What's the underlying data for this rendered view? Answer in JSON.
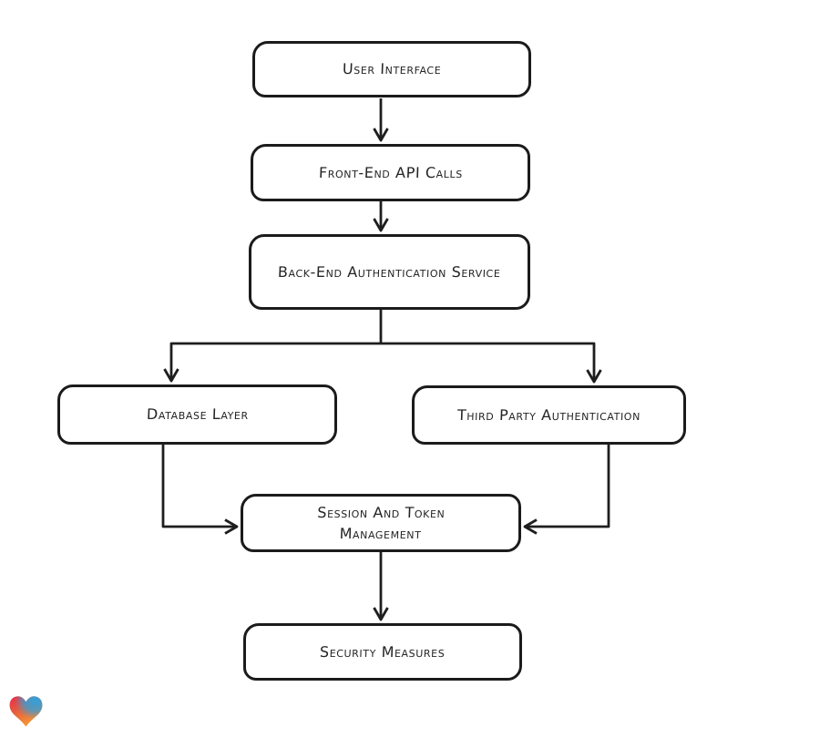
{
  "diagram": {
    "type": "flowchart",
    "style": "hand-drawn",
    "background": "#ffffff",
    "stroke_color": "#1e1e1e",
    "node_fill": "#ffffff",
    "nodes": [
      {
        "id": "user-interface",
        "label": "User Interface"
      },
      {
        "id": "front-end-api-calls",
        "label": "Front-End API Calls"
      },
      {
        "id": "back-end-authentication-service",
        "label": "Back-End Authentication Service"
      },
      {
        "id": "database-layer",
        "label": "Database Layer"
      },
      {
        "id": "third-party-authentication",
        "label": "Third Party Authentication"
      },
      {
        "id": "session-and-token-management",
        "label": "Session And Token Management"
      },
      {
        "id": "security-measures",
        "label": "Security Measures"
      }
    ],
    "edges": [
      {
        "from": "user-interface",
        "to": "front-end-api-calls"
      },
      {
        "from": "front-end-api-calls",
        "to": "back-end-authentication-service"
      },
      {
        "from": "back-end-authentication-service",
        "to": "database-layer"
      },
      {
        "from": "back-end-authentication-service",
        "to": "third-party-authentication"
      },
      {
        "from": "database-layer",
        "to": "session-and-token-management"
      },
      {
        "from": "third-party-authentication",
        "to": "session-and-token-management"
      },
      {
        "from": "session-and-token-management",
        "to": "security-measures"
      }
    ]
  },
  "logo": {
    "name": "gradient-heart",
    "colors": [
      "#e62b49",
      "#32a1da",
      "#f79b33"
    ]
  }
}
